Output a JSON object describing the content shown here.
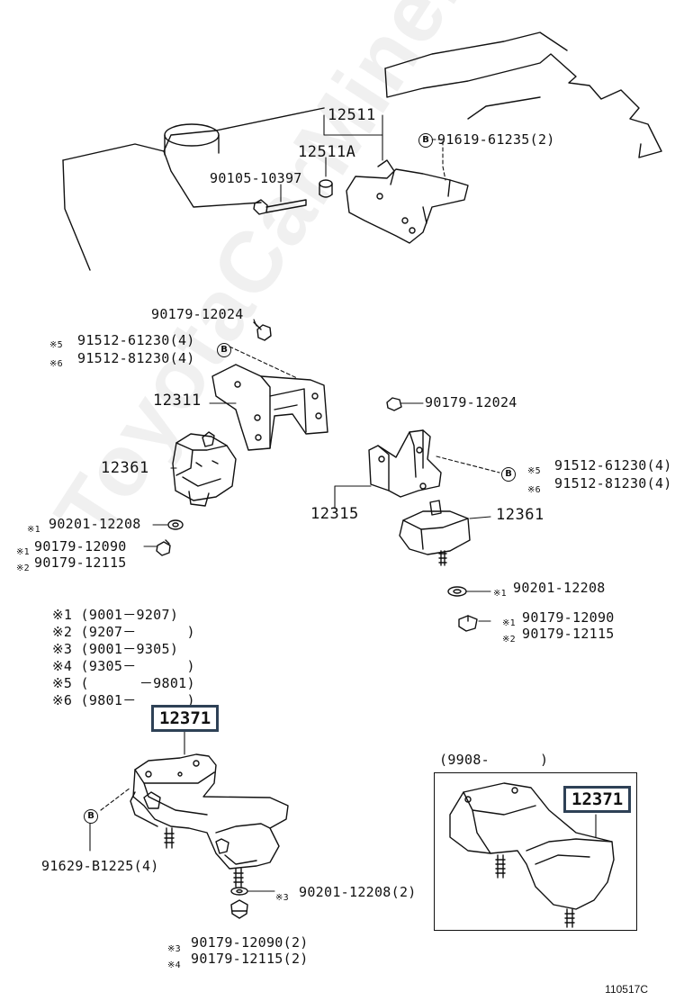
{
  "watermark": "ToyotaCarMine.ru",
  "figure_code": "110517C",
  "bolt_symbol": "B",
  "parts": {
    "p12511": "12511",
    "p12511a": "12511A",
    "p91619": "91619-61235(2)",
    "p90105": "90105-10397",
    "p90179_top": "90179-12024",
    "p91512_61230_l": "91512-61230(4)",
    "p91512_81230_l": "91512-81230(4)",
    "p12311": "12311",
    "p90179_mid": "90179-12024",
    "p12361_l": "12361",
    "p91512_61230_r": "91512-61230(4)",
    "p91512_81230_r": "91512-81230(4)",
    "p12315": "12315",
    "p12361_r": "12361",
    "p90201_l": "90201-12208",
    "p90179_12090_l": "90179-12090",
    "p90179_12115_l": "90179-12115",
    "p90201_r": "90201-12208",
    "p90179_12090_r": "90179-12090",
    "p90179_12115_r": "90179-12115",
    "p12371": "12371",
    "p91629": "91629-B1225(4)",
    "p90201_b": "90201-12208(2)",
    "p90179_12090_b": "90179-12090(2)",
    "p90179_12115_b": "90179-12115(2)",
    "p12371_inset": "12371"
  },
  "notes": {
    "n1": "※1",
    "n2": "※2",
    "n3": "※3",
    "n4": "※4",
    "n5": "※5",
    "n6": "※6"
  },
  "legend": [
    {
      "mark": "※1",
      "range": "(9001－9207)"
    },
    {
      "mark": "※2",
      "range": "(9207－      )"
    },
    {
      "mark": "※3",
      "range": "(9001－9305)"
    },
    {
      "mark": "※4",
      "range": "(9305－      )"
    },
    {
      "mark": "※5",
      "range": "(      －9801)"
    },
    {
      "mark": "※6",
      "range": "(9801－      )"
    }
  ],
  "inset": {
    "range": "(9908-      )"
  }
}
